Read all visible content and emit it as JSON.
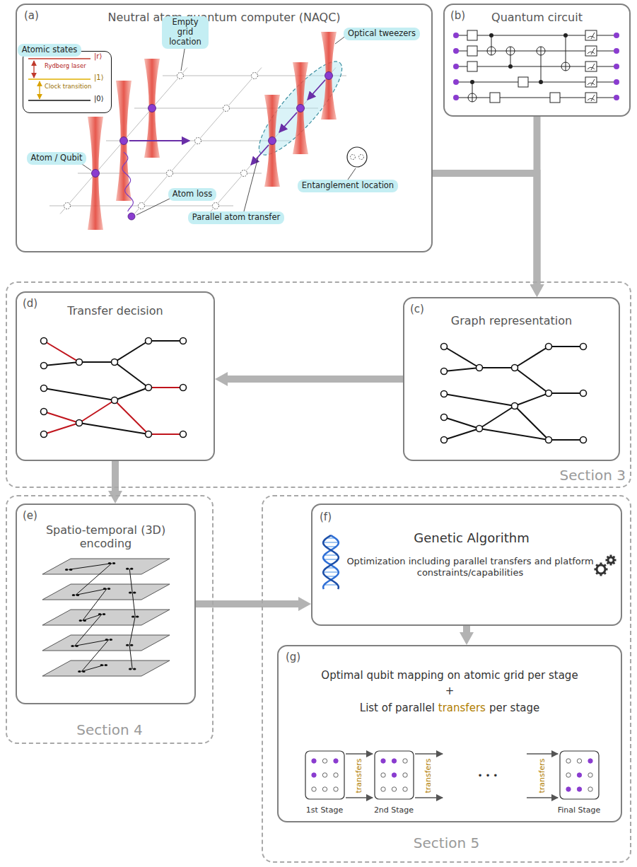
{
  "diagram": {
    "nodes": [
      {
        "text": [
          "(a)",
          "Neutral atom quantum computer (NAQC)"
        ]
      },
      {
        "text": [
          "|r⟩",
          "Rydberg laser",
          "|1⟩",
          "Clock transition",
          "|0⟩"
        ],
        "in": 0
      },
      {
        "text": [
          "Atomic states"
        ],
        "in": 0
      },
      {
        "text": [
          "Empty grid location"
        ],
        "in": 0
      },
      {
        "text": [
          "Optical tweezers"
        ],
        "in": 0
      },
      {
        "text": [
          "Atom / Qubit"
        ],
        "in": 0
      },
      {
        "text": [
          "Entanglement location"
        ],
        "in": 0
      },
      {
        "text": [
          "Atom loss"
        ],
        "in": 0
      },
      {
        "text": [
          "Parallel atom transfer"
        ],
        "in": 0
      },
      {
        "text": [
          "(b)",
          "Quantum circuit"
        ]
      },
      {
        "text": [
          "Section 3"
        ]
      },
      {
        "text": [
          "(d)",
          "Transfer decision"
        ],
        "in": 10
      },
      {
        "text": [
          "(c)",
          "Graph representation"
        ],
        "in": 10
      },
      {
        "text": [
          "Section 4"
        ]
      },
      {
        "text": [
          "(e)",
          "Spatio-temporal (3D) encoding"
        ],
        "in": 13
      },
      {
        "text": [
          "Section 5"
        ]
      },
      {
        "text": [
          "(f)",
          "Genetic Algorithm",
          "Optimization including parallel transfers and platform constraints/capabilities"
        ],
        "in": 15
      },
      {
        "text": [
          "(g)",
          "Optimal qubit mapping on atomic grid per stage",
          "+",
          "List of parallel",
          "transfers",
          "per stage"
        ],
        "in": 15
      }
    ],
    "edges": [
      {
        "from": 0,
        "to": 12,
        "arrow": "to"
      },
      {
        "from": 9,
        "to": 12,
        "arrow": "to"
      },
      {
        "from": 12,
        "to": 11,
        "arrow": "to"
      },
      {
        "from": 11,
        "to": 14,
        "arrow": "to"
      },
      {
        "from": 14,
        "to": 16,
        "arrow": "to"
      },
      {
        "from": 16,
        "to": 17,
        "arrow": "to"
      }
    ],
    "labels": [
      "1st Stage",
      "transfers",
      "2nd Stage",
      "transfers",
      "• • •",
      "transfers",
      "Final Stage"
    ]
  }
}
